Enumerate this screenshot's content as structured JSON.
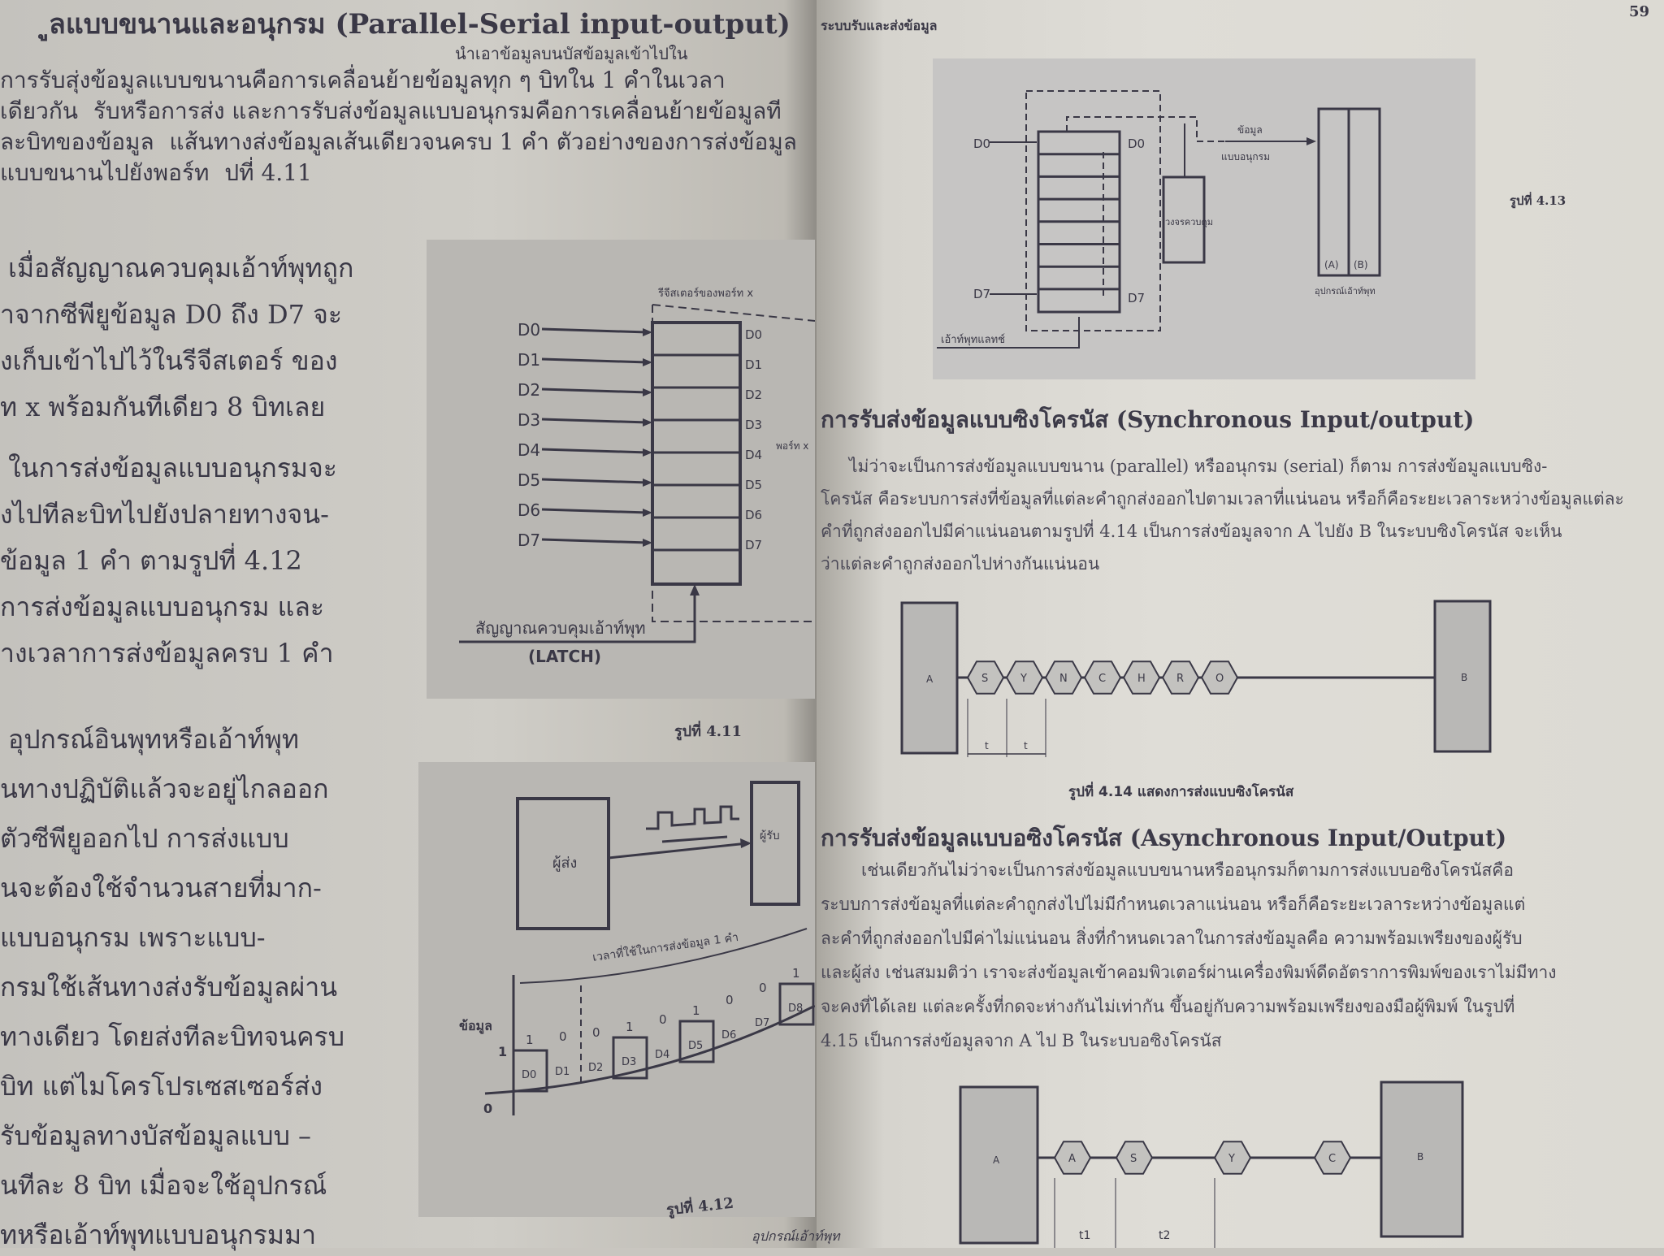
{
  "left_page": {
    "top_paragraph": [
      "ูลแบบขนานและอนุกรม (Parallel-Serial input-output)",
      "การรับสุ่งข้อมูลแบบขนานคือการเคลื่อนย้ายข้อมูลทุก ๆ บิทใน 1 คำในเวลาเดียวกัน",
      "รับหรือการส่ง และการรับส่งข้อมูลแบบอนุกรมคือการเคลื่อนย้ายข้อมูลทีละบิทของข้อมูล",
      "แส้นทางส่งข้อมูลเส้นเดียวจนครบ 1 คำ ตัวอย่างของการส่งข้อมูลแบบขนานไปยังพอร์ท",
      "ปที่ 4.11"
    ],
    "top_right_fragment": "นำเอาข้อมูลบนบัสข้อมูลเข้าไปใน",
    "column_lines": [
      "เมื่อสัญญาณควบคุมเอ้าท์พุทถูก",
      "าจากซีพียูข้อมูล D0 ถึง D7 จะ",
      "งเก็บเข้าไปไว้ในรีจีสเตอร์ ของ",
      "ท x พร้อมกันทีเดียว 8 บิทเลย",
      "ในการส่งข้อมูลแบบอนุกรมจะ",
      "งไปทีละบิทไปยังปลายทางจน-",
      "ข้อมูล 1 คำ  ตามรูปที่ 4.12",
      "การส่งข้อมูลแบบอนุกรม และ",
      "างเวลาการส่งข้อมูลครบ 1 คำ",
      "อุปกรณ์อินพุทหรือเอ้าท์พุท",
      "นทางปฏิบัติแล้วจะอยู่ไกลออก",
      "ตัวซีพียูออกไป    การส่งแบบ",
      "นจะต้องใช้จำนวนสายที่มาก-",
      "แบบอนุกรม        เพราะแบบ-",
      "กรมใช้เส้นทางส่งรับข้อมูลผ่าน",
      "ทางเดียว โดยส่งทีละบิทจนครบ",
      "บิท  แต่ไมโครโปรเซสเซอร์ส่ง",
      "รับข้อมูลทางบัสข้อมูลแบบ   –",
      "นทีละ 8 บิท เมื่อจะใช้อุปกรณ์",
      "ทหรือเอ้าท์พุทแบบอนุกรมมา"
    ],
    "fig_4_11": {
      "inputs": [
        "D0",
        "D1",
        "D2",
        "D3",
        "D4",
        "D5",
        "D6",
        "D7"
      ],
      "outputs": [
        "D0",
        "D1",
        "D2",
        "D3",
        "D4",
        "D5",
        "D6",
        "D7"
      ],
      "register_label": "รีจีสเตอร์ของพอร์ท x",
      "port_label": "พอร์ท x",
      "signal_label": "สัญญาณควบคุมเอ้าท์พุท",
      "latch_label": "(LATCH)",
      "caption": "รูปที่ 4.11"
    },
    "fig_4_12": {
      "sender": "ผู้ส่ง",
      "receiver": "ผู้รับ",
      "time_label": "เวลาที่ใช้ในการส่งข้อมูล 1 คำ",
      "y_label": "ข้อมูล",
      "y_one": "1",
      "y_zero": "0",
      "bits": [
        "1",
        "0",
        "0",
        "1",
        "0",
        "1",
        "0",
        "0",
        "1"
      ],
      "bit_names": [
        "D0",
        "D1",
        "D2",
        "D3",
        "D4",
        "D5",
        "D6",
        "D7",
        "D8"
      ],
      "caption": "รูปที่ 4.12",
      "below_fragment": "อุปกรณ์เอ้าท์พุท"
    }
  },
  "right_page": {
    "running_head": "ระบบรับและส่งข้อมูล",
    "page_number": "59",
    "fig_4_13": {
      "in_top": "D0",
      "in_bottom": "D7",
      "out_top": "D0",
      "out_bottom": "D7",
      "control_label": "วงจรควบคุม",
      "serial_label_top": "ข้อมูล",
      "serial_label_bottom": "แบบอนุกรม",
      "latch_label": "เอ้าท์พุทแลทช์",
      "device_a": "(A)",
      "device_b": "(B)",
      "device_label": "อุปกรณ์เอ้าท์พุท",
      "caption": "รูปที่ 4.13"
    },
    "sync": {
      "heading": "การรับส่งข้อมูลแบบซิงโครนัส (Synchronous Input/output)",
      "lines": [
        "ไม่ว่าจะเป็นการส่งข้อมูลแบบขนาน (parallel) หรืออนุกรม (serial) ก็ตาม การส่งข้อมูลแบบซิง-",
        "โครนัส  คือระบบการส่งที่ข้อมูลที่แต่ละคำถูกส่งออกไปตามเวลาที่แน่นอน  หรือก็คือระยะเวลาระหว่างข้อมูลแต่ละ",
        "คำที่ถูกส่งออกไปมีค่าแน่นอนตามรูปที่ 4.14 เป็นการส่งข้อมูลจาก A ไปยัง B ในระบบซิงโครนัส จะเห็น",
        "ว่าแต่ละคำถูกส่งออกไปห่างกันแน่นอน"
      ],
      "fig_4_14": {
        "box_a": "A",
        "box_b": "B",
        "chars": [
          "S",
          "Y",
          "N",
          "C",
          "H",
          "R",
          "O"
        ],
        "interval": "t",
        "caption": "รูปที่ 4.14 แสดงการส่งแบบซิงโครนัส"
      }
    },
    "async": {
      "heading": "การรับส่งข้อมูลแบบอซิงโครนัส (Asynchronous Input/Output)",
      "lines": [
        "เช่นเดียวกันไม่ว่าจะเป็นการส่งข้อมูลแบบขนานหรืออนุกรมก็ตามการส่งแบบอซิงโครนัสคือ",
        "ระบบการส่งข้อมูลที่แต่ละคำถูกส่งไปไม่มีกำหนดเวลาแน่นอน  หรือก็คือระยะเวลาระหว่างข้อมูลแต่",
        "ละคำที่ถูกส่งออกไปมีค่าไม่แน่นอน  สิ่งที่กำหนดเวลาในการส่งข้อมูลคือ  ความพร้อมเพรียงของผู้รับ",
        "และผู้ส่ง  เช่นสมมติว่า  เราจะส่งข้อมูลเข้าคอมพิวเตอร์ผ่านเครื่องพิมพ์ดีดอัตราการพิมพ์ของเราไม่มีทาง",
        "จะคงที่ได้เลย  แต่ละครั้งที่กดจะห่างกันไม่เท่ากัน  ขึ้นอยู่กับความพร้อมเพรียงของมือผู้พิมพ์  ในรูปที่",
        "4.15 เป็นการส่งข้อมูลจาก A ไป B ในระบบอซิงโครนัส"
      ],
      "fig_4_15": {
        "box_a": "A",
        "box_b": "B",
        "chars": [
          "A",
          "S",
          "Y",
          "C"
        ],
        "interval_1": "t1",
        "interval_2": "t2"
      }
    }
  }
}
